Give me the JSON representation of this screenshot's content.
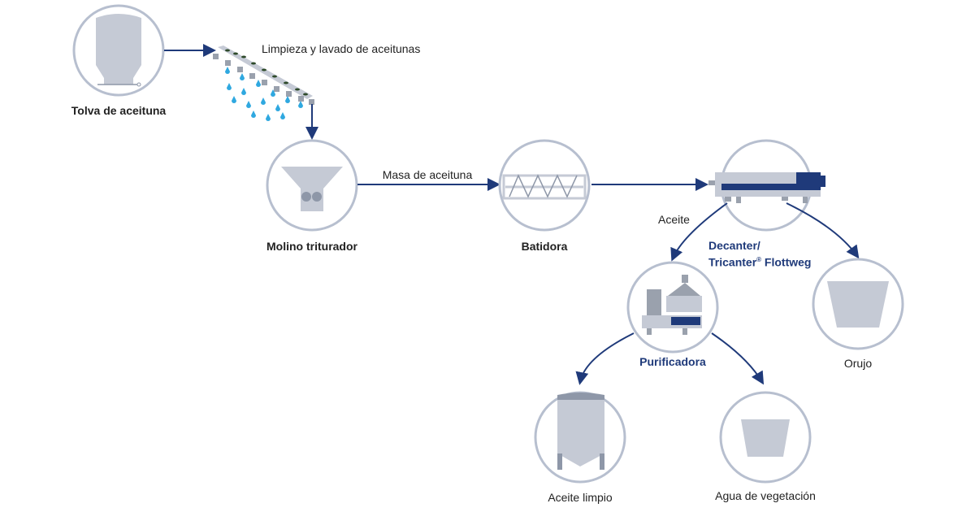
{
  "diagram": {
    "colors": {
      "line": "#1f3a7a",
      "circle": "#b7bfcf",
      "fill": "#c5cad5",
      "dark": "#8e97a8",
      "water": "#2fa8e0",
      "olive": "#2e4a2a"
    },
    "nodes": {
      "tolva": "Tolva de aceituna",
      "limpieza": "Limpieza y lavado de aceitunas",
      "molino": "Molino triturador",
      "masa": "Masa de aceituna",
      "batidora": "Batidora",
      "aceite_flow": "Aceite",
      "decanter_line1": "Decanter/",
      "decanter_line2": "Tricanter",
      "decanter_reg": "®",
      "decanter_brand": " Flottweg",
      "purificadora": "Purificadora",
      "orujo": "Orujo",
      "aceite_limpio": "Aceite limpio",
      "agua": "Agua de vegetación"
    }
  }
}
